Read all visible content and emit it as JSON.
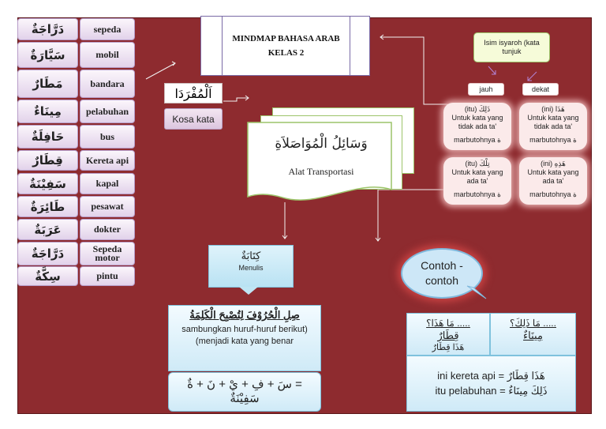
{
  "title": {
    "line1": "MINDMAP BAHASA ARAB",
    "line2": "KELAS  2"
  },
  "vocab": [
    {
      "ar": "دَرَّاجَةٌ",
      "id": "sepeda"
    },
    {
      "ar": "سَيَّارَةٌ",
      "id": "mobil"
    },
    {
      "ar": "مَطَارٌ",
      "id": "bandara"
    },
    {
      "ar": "مِينَاءٌ",
      "id": "pelabuhan"
    },
    {
      "ar": "حَافِلَةٌ",
      "id": "bus"
    },
    {
      "ar": "قِطَارٌ",
      "id": "Kereta api"
    },
    {
      "ar": "سَفِيْنَةٌ",
      "id": "kapal"
    },
    {
      "ar": "طَائِرَةٌ",
      "id": "pesawat"
    },
    {
      "ar": "عَرَبَةٌ",
      "id": "dokter"
    },
    {
      "ar": "دَرَّاجَةٌ",
      "id": "Sepeda motor"
    },
    {
      "ar": "سِكَّةٌ",
      "id": "pintu"
    }
  ],
  "mufrodat": "اَلْمُفْرَدَا",
  "kosa_kata": "Kosa kata",
  "transport": {
    "ar": "وَسَائِلُ الْمُوَاصَلاَةِ",
    "id": "Alat Transportasi"
  },
  "isim_isyaroh": "Isim isyaroh (kata tunjuk",
  "jauh": "jauh",
  "dekat": "dekat",
  "pronouns": [
    {
      "ar": "ذَلِكَ",
      "label": "(itu)",
      "desc": "Untuk kata yang tidak ada ta'",
      "foot": "marbutohnya ة"
    },
    {
      "ar": "هَذَا",
      "label": "(ini)",
      "desc": "Untuk kata yang tidak ada ta'",
      "foot": "marbutohnya ة"
    },
    {
      "ar": "تِلْكَ",
      "label": "(itu)",
      "desc": "Untuk kata yang ada ta'",
      "foot": "marbutohnya ة"
    },
    {
      "ar": "هَذِهِ",
      "label": "(ini)",
      "desc": "Untuk kata yang ada ta'",
      "foot": "marbutohnya ة"
    }
  ],
  "writing": {
    "ar": "كِتَابَةٌ",
    "id": "Menulis"
  },
  "exercise": {
    "ar": "صِلِ الْحُرُوْفَ لِتُصْبِحَ الْكَلِمَةُ",
    "id1": "sambungkan huruf-huruf berikut)",
    "id2": "(menjadi  kata yang benar",
    "formula": "سَ + فِ + يْ + نَ + ةٌ  =",
    "result": "سَفِيْنَةٌ"
  },
  "contoh": {
    "line1": "Contoh -",
    "line2": "contoh"
  },
  "q1": {
    "ask": "مَا هَذَا؟ .....",
    "ans": "قِطَارٌ",
    "extra": "هَذَا قِطَارٌ"
  },
  "q2": {
    "ask": "مَا ذَلِكَ؟ .....",
    "ans": "مِينَاءٌ"
  },
  "examples": {
    "line1": "ini kereta api = هَذَا قِطَارٌ",
    "line2": "itu pelabuhan = ذَلِكَ مِينَاءٌ"
  }
}
